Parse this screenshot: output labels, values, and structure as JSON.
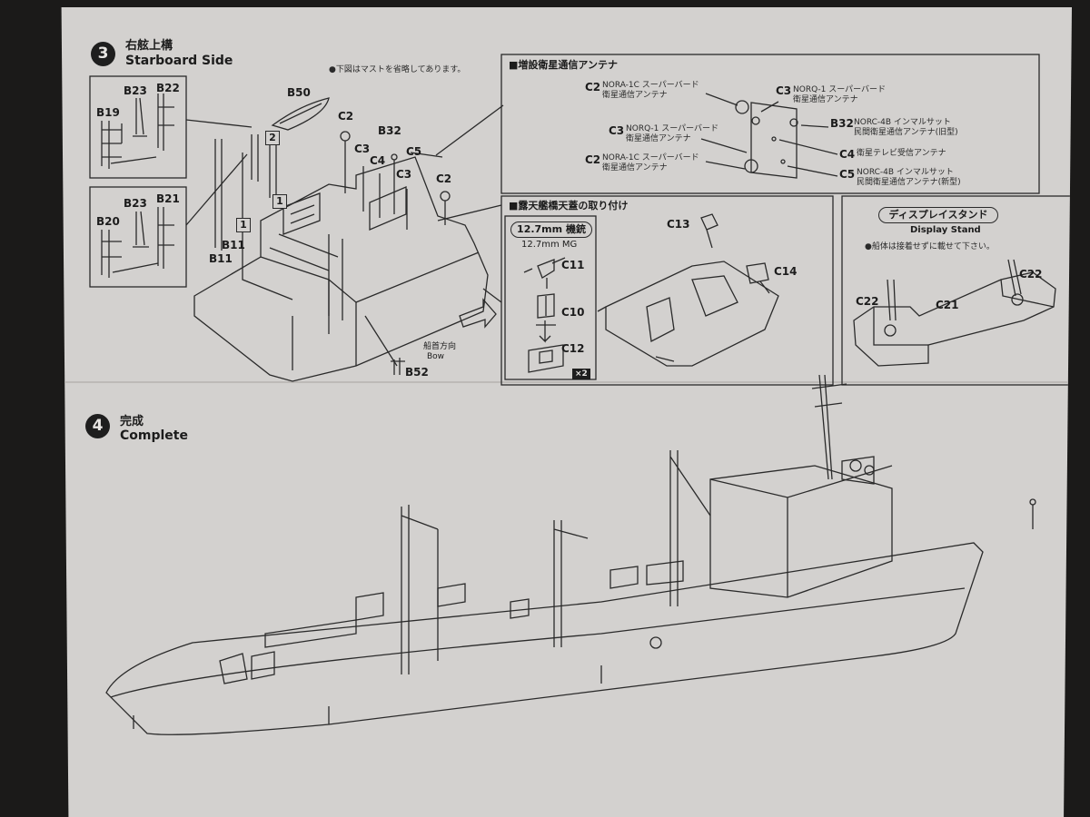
{
  "step3": {
    "number": "3",
    "title_jp": "右舷上構",
    "title_en": "Starboard Side",
    "note": "●下図はマストを省略してあります。",
    "parts": [
      "B23",
      "B22",
      "B19",
      "B23",
      "B21",
      "B20",
      "B50",
      "C2",
      "C3",
      "C4",
      "C3",
      "B32",
      "C5",
      "C2",
      "B11",
      "B11",
      "B52"
    ],
    "callouts": [
      "2",
      "1",
      "1"
    ],
    "direction_jp": "船首方向",
    "direction_en": "Bow"
  },
  "antenna": {
    "title": "■増設衛星通信アンテナ",
    "items": [
      {
        "part": "C2",
        "line1": "NORA-1C スーパーバード",
        "line2": "衛星通信アンテナ"
      },
      {
        "part": "C3",
        "line1": "NORQ-1 スーパーバード",
        "line2": "衛星通信アンテナ"
      },
      {
        "part": "C2",
        "line1": "NORA-1C スーパーバード",
        "line2": "衛星通信アンテナ"
      },
      {
        "part": "C3",
        "line1": "NORQ-1 スーパーバード",
        "line2": "衛星通信アンテナ"
      },
      {
        "part": "B32",
        "line1": "NORC-4B インマルサット",
        "line2": "民間衛星通信アンテナ(旧型)"
      },
      {
        "part": "C4",
        "line1": "衛星テレビ受信アンテナ",
        "line2": ""
      },
      {
        "part": "C5",
        "line1": "NORC-4B インマルサット",
        "line2": "民間衛星通信アンテナ(新型)"
      }
    ]
  },
  "bridge": {
    "title": "■露天艦橋天蓋の取り付け",
    "mg_jp": "12.7mm 機銃",
    "mg_en": "12.7mm MG",
    "parts": [
      "C11",
      "C10",
      "C12",
      "C13",
      "C14"
    ],
    "multiplier": "×2"
  },
  "stand": {
    "title_jp": "ディスプレイスタンド",
    "title_en": "Display Stand",
    "note": "●船体は接着せずに載せて下さい。",
    "parts": [
      "C22",
      "C21",
      "C22"
    ]
  },
  "step4": {
    "number": "4",
    "title_jp": "完成",
    "title_en": "Complete"
  }
}
